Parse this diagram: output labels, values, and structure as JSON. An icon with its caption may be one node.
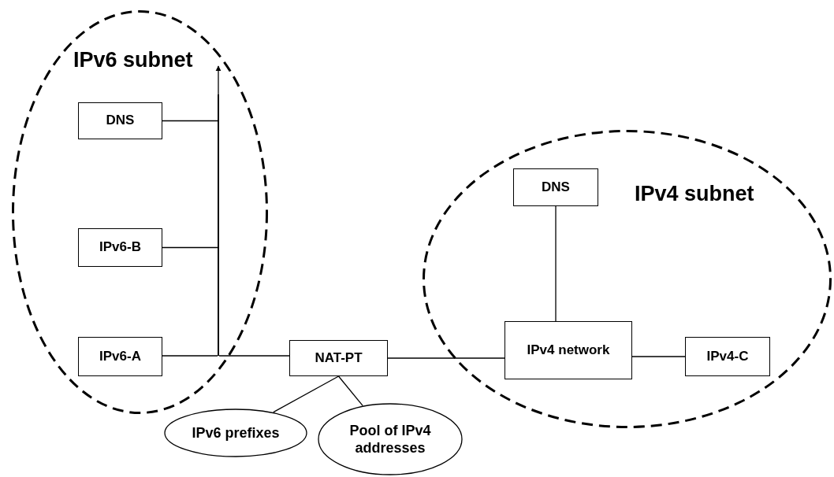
{
  "diagram": {
    "nodes": [
      {
        "text": [
          "IPv6 subnet"
        ]
      },
      {
        "text": [
          "DNS"
        ],
        "in": 0
      },
      {
        "text": [
          "IPv6-B"
        ],
        "in": 0
      },
      {
        "text": [
          "IPv6-A"
        ],
        "in": 0
      },
      {
        "text": [],
        "shape": "bar",
        "in": 0
      },
      {
        "text": [
          "NAT-PT"
        ]
      },
      {
        "text": [
          "IPv4 subnet"
        ]
      },
      {
        "text": [
          "DNS"
        ],
        "in": 6
      },
      {
        "text": [
          "IPv4 network"
        ],
        "in": 6
      },
      {
        "text": [
          "IPv4-C"
        ],
        "in": 6
      },
      {
        "text": [
          "IPv6 prefixes"
        ]
      },
      {
        "text": [
          "Pool of IPv4 addresses"
        ]
      }
    ],
    "edges": [
      {
        "from": 1,
        "to": 4,
        "arrow": "none"
      },
      {
        "from": 2,
        "to": 4,
        "arrow": "none"
      },
      {
        "from": 3,
        "to": 4,
        "arrow": "none"
      },
      {
        "from": 4,
        "to": null,
        "arrow": "to"
      },
      {
        "from": 4,
        "to": 5,
        "arrow": "none"
      },
      {
        "from": 5,
        "to": 8,
        "arrow": "none"
      },
      {
        "from": 7,
        "to": 8,
        "arrow": "none"
      },
      {
        "from": 8,
        "to": 9,
        "arrow": "none"
      },
      {
        "from": 5,
        "to": 10,
        "arrow": "none"
      },
      {
        "from": 5,
        "to": 11,
        "arrow": "none"
      }
    ]
  }
}
